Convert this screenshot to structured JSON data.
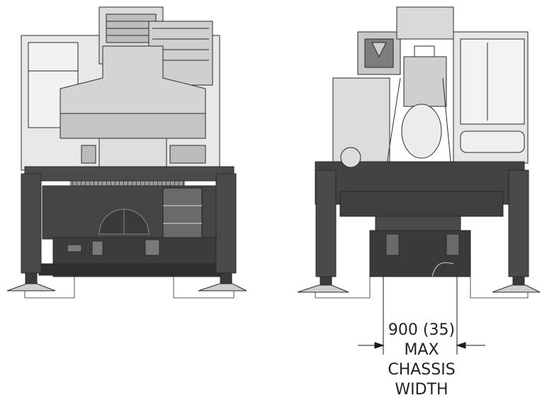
{
  "annotation": {
    "dimension_value": "900 (35)",
    "line_1": "MAX",
    "line_2": "CHASSIS",
    "line_3": "WIDTH"
  },
  "colors": {
    "stroke": "#2a2a2a",
    "light_grey": "#e6e6e6",
    "mid_grey": "#c9c9c9",
    "dark_grey": "#4b4b4b",
    "darker_grey": "#3c3c3c"
  }
}
